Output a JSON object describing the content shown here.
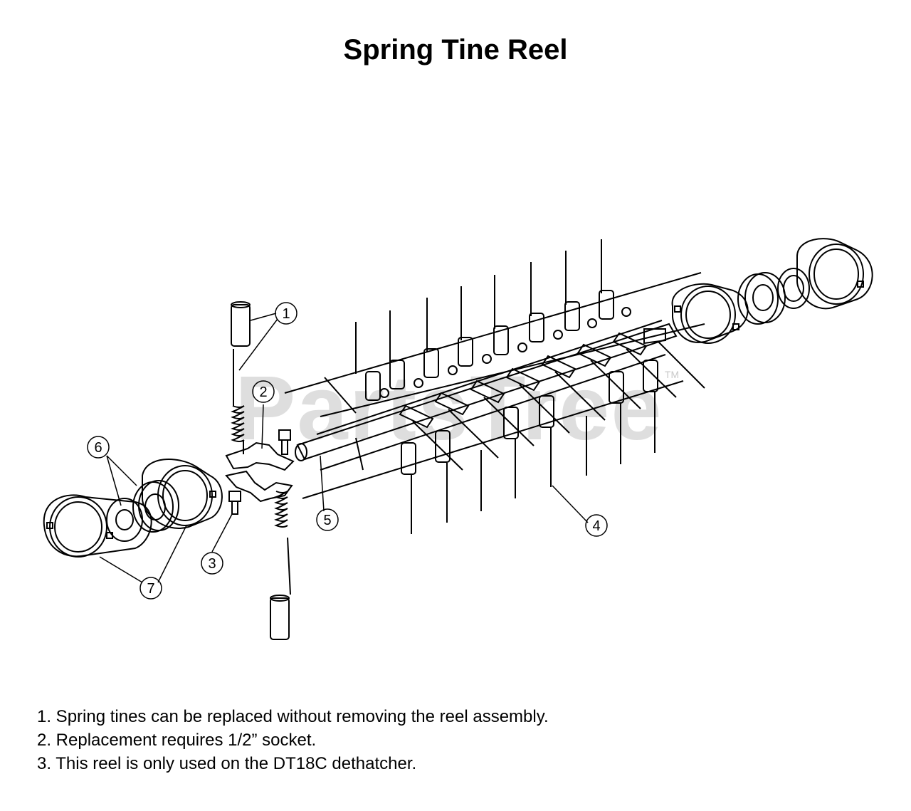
{
  "title": "Spring Tine Reel",
  "watermark": "PartsTree",
  "watermark_tm": "TM",
  "callouts": [
    "1",
    "2",
    "3",
    "4",
    "5",
    "6",
    "7"
  ],
  "notes": [
    "1. Spring tines can be replaced without removing the reel assembly.",
    "2. Replacement requires 1/2” socket.",
    "3. This reel is only used on the DT18C dethatcher."
  ],
  "colors": {
    "line": "#000000",
    "background": "#ffffff",
    "watermark": "#d4d4d4"
  }
}
